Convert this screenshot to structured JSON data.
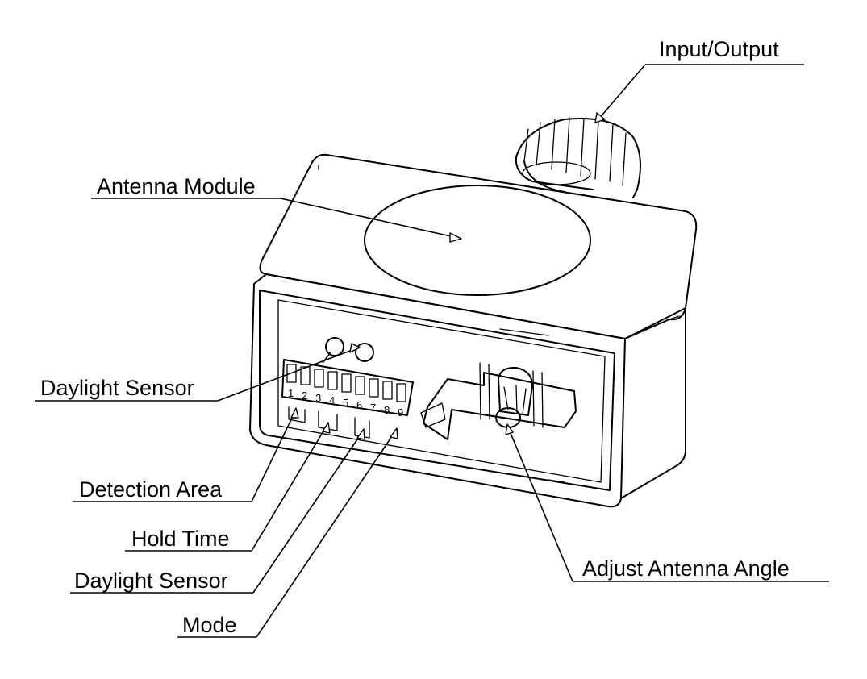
{
  "labels": {
    "input_output": "Input/Output",
    "antenna_module": "Antenna Module",
    "daylight_sensor_top": "Daylight Sensor",
    "detection_area": "Detection Area",
    "hold_time": "Hold Time",
    "daylight_sensor_bottom": "Daylight Sensor",
    "mode": "Mode",
    "adjust_antenna_angle": "Adjust Antenna Angle"
  },
  "dip_switch_numbers": [
    "1",
    "2",
    "3",
    "4",
    "5",
    "6",
    "7",
    "8",
    "9"
  ]
}
